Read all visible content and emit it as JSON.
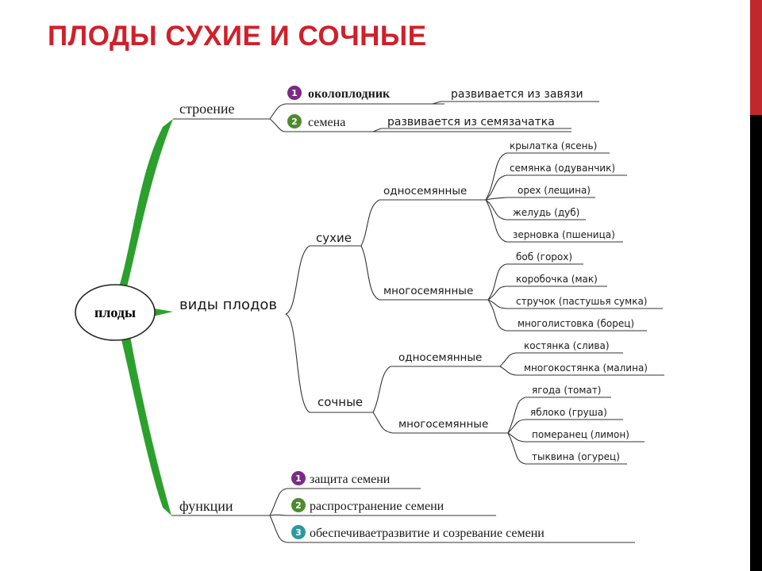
{
  "slide": {
    "title": "ПЛОДЫ СУХИЕ И СОЧНЫЕ",
    "accent_color": "#d0202a"
  },
  "mindmap": {
    "root": "плоды",
    "structure": {
      "label": "строение",
      "items": [
        {
          "num": "1",
          "label": "околоплодник",
          "note": "развивается из завязи",
          "color": "#7b2a86"
        },
        {
          "num": "2",
          "label": "семена",
          "note": "развивается из семязачатка",
          "color": "#4e8a2e"
        }
      ]
    },
    "kinds": {
      "label": "виды плодов",
      "dry": {
        "label": "сухие",
        "single": {
          "label": "односемянные",
          "leaves": [
            "крылатка (ясень)",
            "семянка (одуванчик)",
            "орех (лещина)",
            "желудь (дуб)",
            "зерновка (пшеница)"
          ]
        },
        "multi": {
          "label": "многосемянные",
          "leaves": [
            "боб (горох)",
            "коробочка (мак)",
            "стручок (пастушья сумка)",
            "многолистовка (борец)"
          ]
        }
      },
      "juicy": {
        "label": "сочные",
        "single": {
          "label": "односемянные",
          "leaves": [
            "костянка (слива)",
            "многокостянка (малина)"
          ]
        },
        "multi": {
          "label": "многосемянные",
          "leaves": [
            "ягода (томат)",
            "яблоко (груша)",
            "померанец (лимон)",
            "тыквина (огурец)"
          ]
        }
      }
    },
    "functions": {
      "label": "функции",
      "items": [
        {
          "num": "1",
          "label": "защита семени",
          "color": "#7b2a86"
        },
        {
          "num": "2",
          "label": "распространение семени",
          "color": "#4e8a2e"
        },
        {
          "num": "3",
          "label": "обеспечиваетразвитие и созревание семени",
          "color": "#2a9aa0"
        }
      ]
    },
    "branch_color": "#2ca02c"
  }
}
